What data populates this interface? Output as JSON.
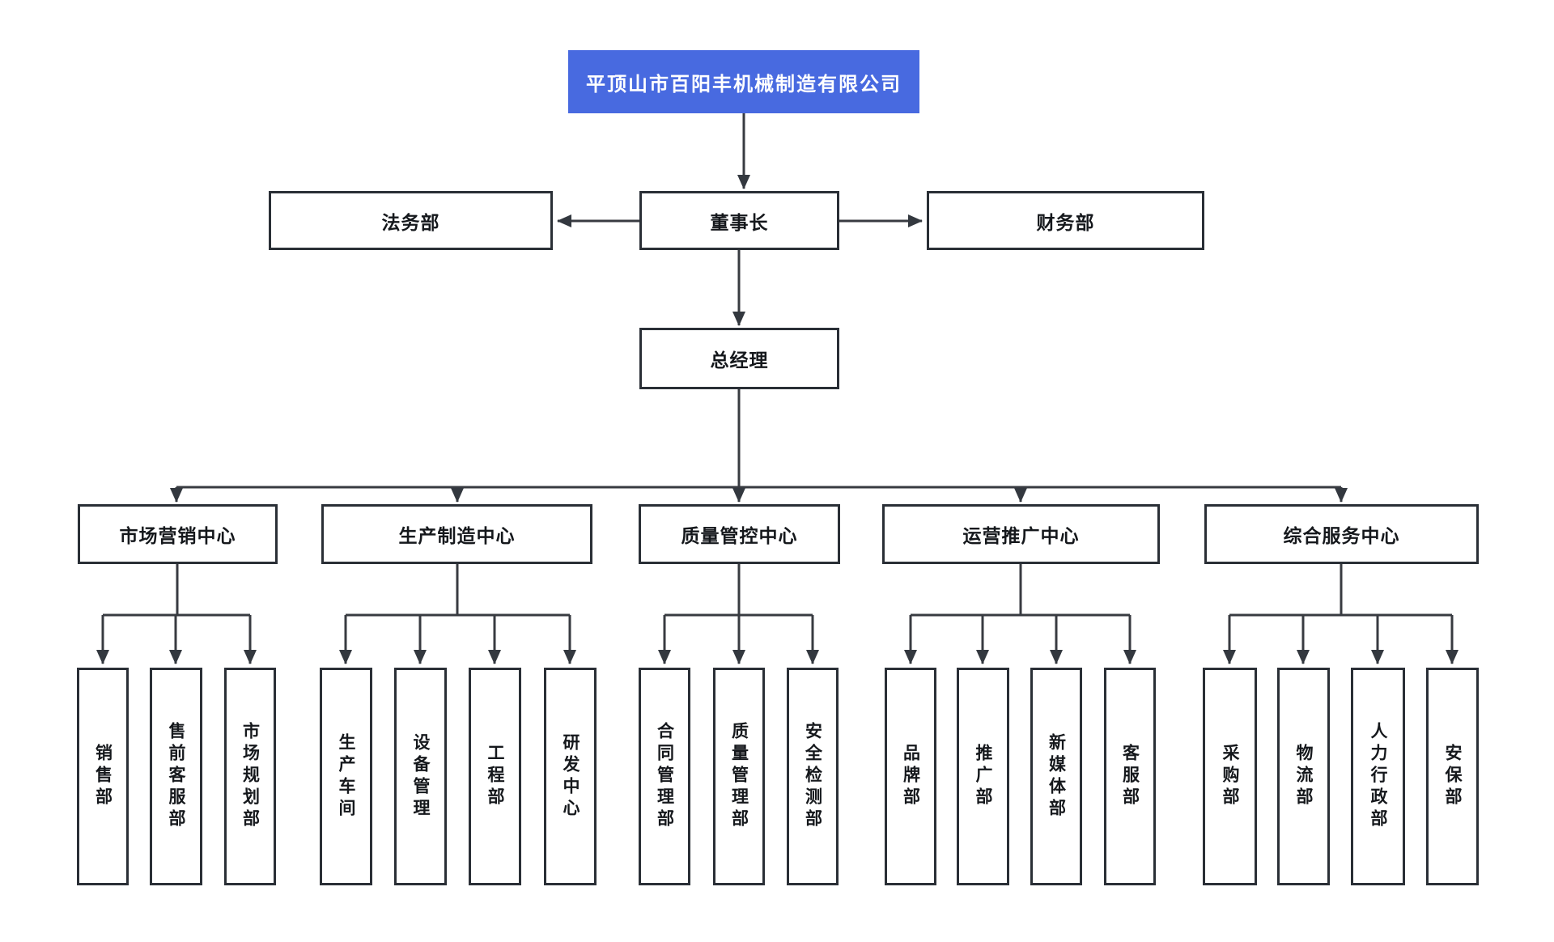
{
  "colors": {
    "page_bg": "#ffffff",
    "root_bg": "#486ae0",
    "root_text": "#ffffff",
    "box_bg": "#ffffff",
    "box_border": "#2a2f36",
    "line": "#383b41",
    "text": "#15181c"
  },
  "root": {
    "label": "平顶山市百阳丰机械制造有限公司"
  },
  "level2": {
    "legal": "法务部",
    "chairman": "董事长",
    "finance": "财务部"
  },
  "level3": {
    "general_manager": "总经理"
  },
  "centers": [
    {
      "label": "市场营销中心",
      "children": [
        "销售部",
        "售前客服部",
        "市场规划部"
      ]
    },
    {
      "label": "生产制造中心",
      "children": [
        "生产车间",
        "设备管理",
        "工程部",
        "研发中心"
      ]
    },
    {
      "label": "质量管控中心",
      "children": [
        "合同管理部",
        "质量管理部",
        "安全检测部"
      ]
    },
    {
      "label": "运营推广中心",
      "children": [
        "品牌部",
        "推广部",
        "新媒体部",
        "客服部"
      ]
    },
    {
      "label": "综合服务中心",
      "children": [
        "采购部",
        "物流部",
        "人力行政部",
        "安保部"
      ]
    }
  ]
}
